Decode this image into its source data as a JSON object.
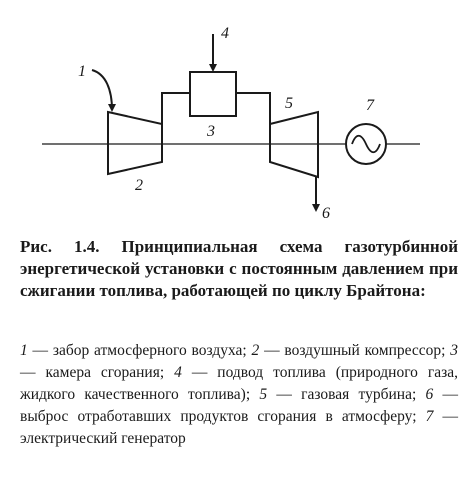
{
  "diagram": {
    "labels": {
      "compressor_inlet": "1",
      "compressor": "2",
      "combustion_chamber": "3",
      "fuel_supply": "4",
      "turbine": "5",
      "exhaust": "6",
      "generator": "7"
    }
  },
  "caption": {
    "figure_label": "Рис. 1.4.",
    "text": "Принципиальная схема газотурбинной энергетической установки с постоянным давлением при сжигании топлива, работающей по циклу Брайтона:"
  },
  "legend": [
    {
      "num": "1",
      "text": " — забор атмосферного воздуха; "
    },
    {
      "num": "2",
      "text": " — воздушный компрессор; "
    },
    {
      "num": "3",
      "text": " — камера сгорания; "
    },
    {
      "num": "4",
      "text": " — подвод топлива (природного газа, жидкого качественного топлива); "
    },
    {
      "num": "5",
      "text": " — газовая турбина; "
    },
    {
      "num": "6",
      "text": " — выброс отработавших продуктов сгорания в атмосферу; "
    },
    {
      "num": "7",
      "text": " — электрический генератор"
    }
  ]
}
